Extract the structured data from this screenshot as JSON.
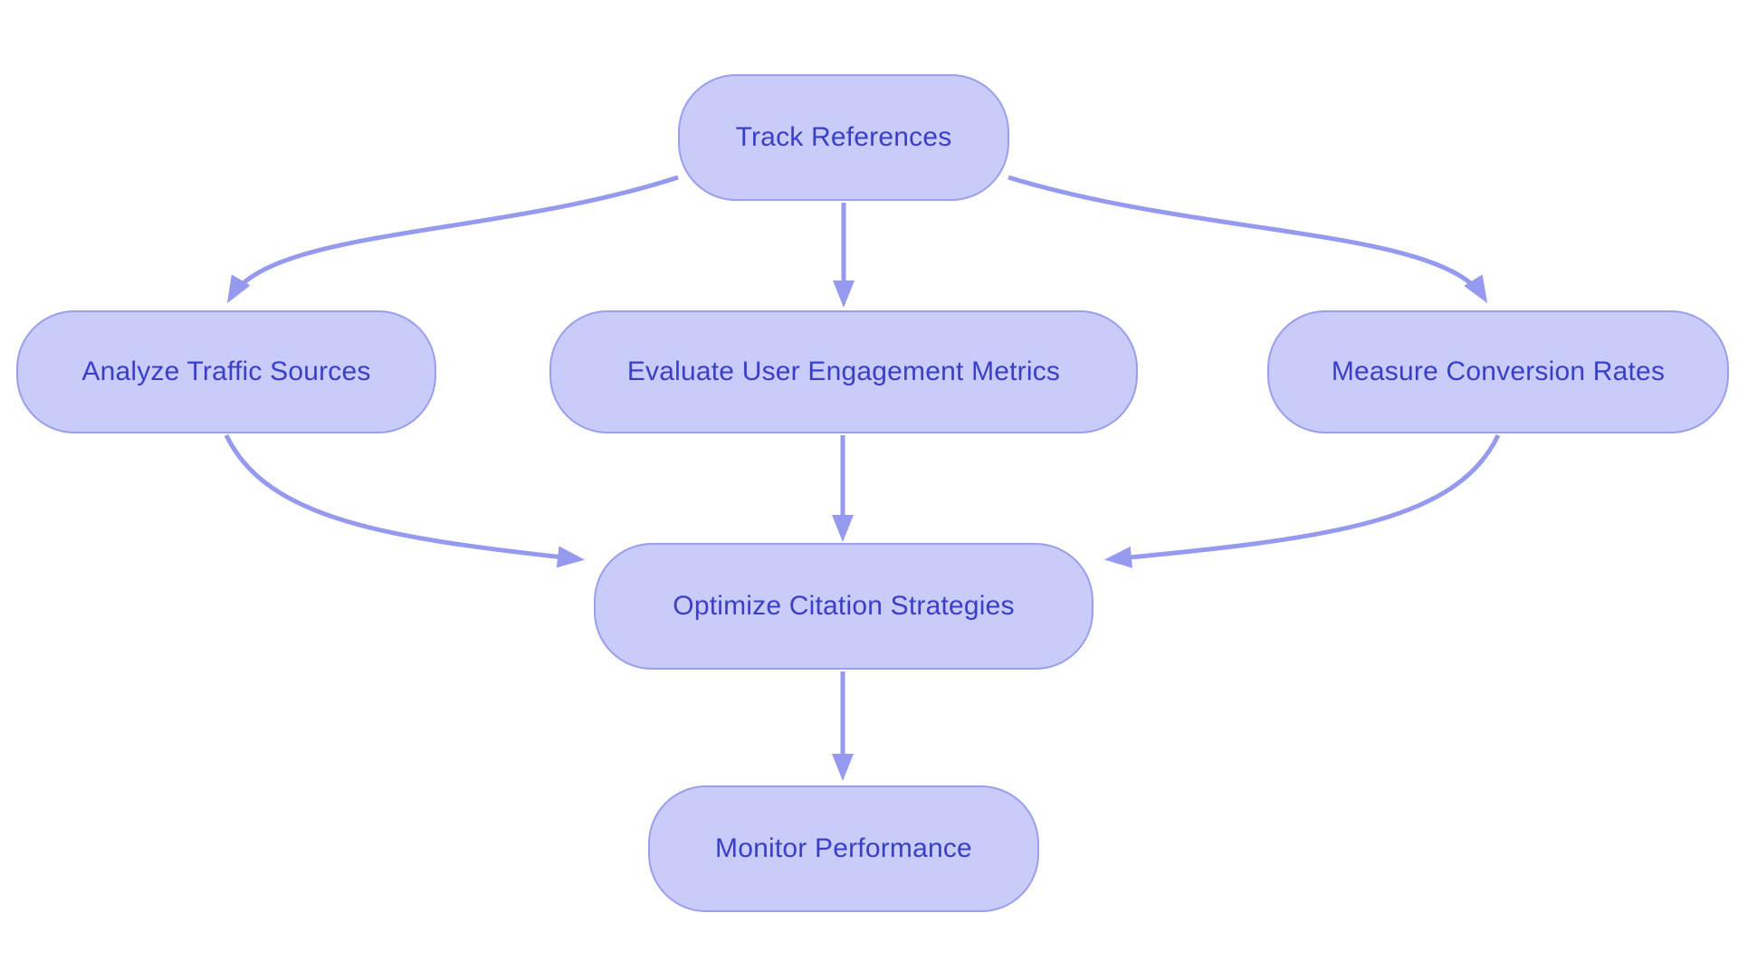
{
  "diagram": {
    "type": "flowchart",
    "direction": "top-down",
    "colors": {
      "canvas_bg": "#ffffff",
      "node_fill": "#c9cbf8",
      "node_border": "#9a9eeb",
      "node_text": "#3a40c6",
      "arrow": "#959aee"
    },
    "nodes": [
      {
        "id": "track_references",
        "label": "Track References"
      },
      {
        "id": "analyze_traffic",
        "label": "Analyze Traffic Sources"
      },
      {
        "id": "evaluate_engagement",
        "label": "Evaluate User Engagement Metrics"
      },
      {
        "id": "measure_conversion",
        "label": "Measure Conversion Rates"
      },
      {
        "id": "optimize_citation",
        "label": "Optimize Citation Strategies"
      },
      {
        "id": "monitor_performance",
        "label": "Monitor Performance"
      }
    ],
    "edges": [
      {
        "from": "track_references",
        "to": "analyze_traffic"
      },
      {
        "from": "track_references",
        "to": "evaluate_engagement"
      },
      {
        "from": "track_references",
        "to": "measure_conversion"
      },
      {
        "from": "analyze_traffic",
        "to": "optimize_citation"
      },
      {
        "from": "evaluate_engagement",
        "to": "optimize_citation"
      },
      {
        "from": "measure_conversion",
        "to": "optimize_citation"
      },
      {
        "from": "optimize_citation",
        "to": "monitor_performance"
      }
    ]
  }
}
